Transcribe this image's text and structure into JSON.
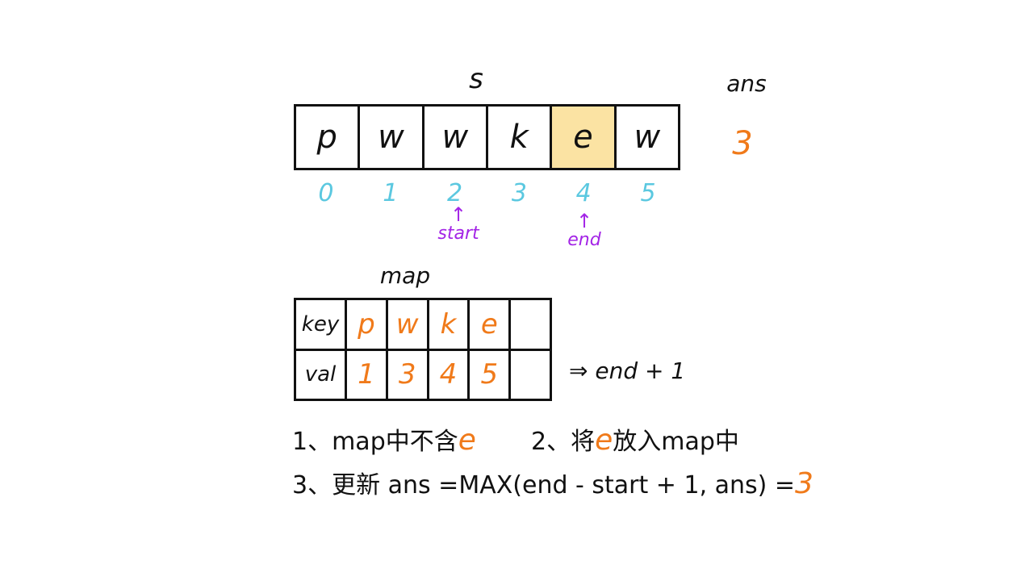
{
  "colors": {
    "ink": "#111111",
    "highlight_orange": "#f07a1a",
    "index_blue": "#5bc8e0",
    "pointer_purple": "#a324e6",
    "current_cell_fill": "#fbe3a3"
  },
  "string_array": {
    "label": "s",
    "chars": [
      "p",
      "w",
      "w",
      "k",
      "e",
      "w"
    ],
    "indices": [
      "0",
      "1",
      "2",
      "3",
      "4",
      "5"
    ],
    "highlighted_index": 4
  },
  "pointers": {
    "start": {
      "label": "start",
      "arrow": "↑",
      "index": 2
    },
    "end": {
      "label": "end",
      "arrow": "↑",
      "index": 4
    }
  },
  "answer": {
    "label": "ans",
    "value": "3"
  },
  "map": {
    "title": "map",
    "key_header": "key",
    "val_header": "val",
    "keys": [
      "p",
      "w",
      "k",
      "e",
      ""
    ],
    "vals": [
      "1",
      "3",
      "4",
      "5",
      ""
    ],
    "note": "⇒ end + 1"
  },
  "steps": {
    "step1_prefix": "1、map中不含",
    "step1_char": "e",
    "step2_prefix": "2、将",
    "step2_char": "e",
    "step2_suffix": "放入map中",
    "step3_text": "3、更新 ans =MAX(end - start + 1, ans) =",
    "step3_value": "3"
  }
}
